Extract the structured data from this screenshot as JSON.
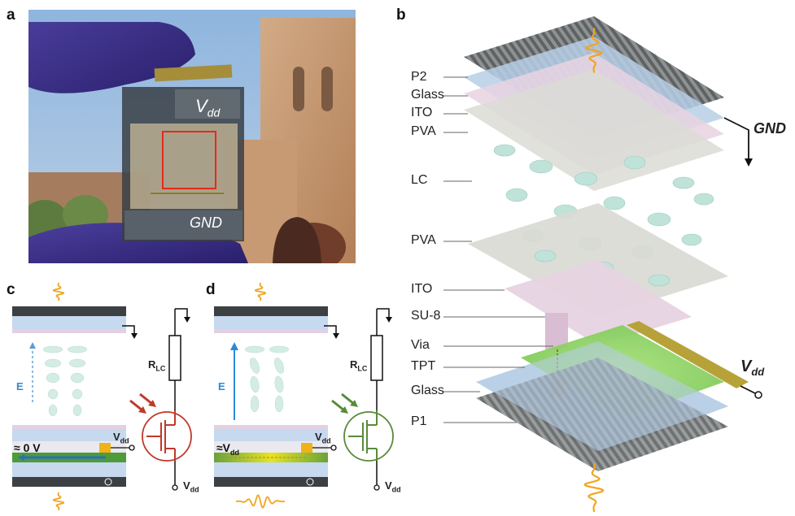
{
  "panels": {
    "a": "a",
    "b": "b",
    "c": "c",
    "d": "d"
  },
  "photo": {
    "vdd_label": "V",
    "vdd_sub": "dd",
    "gnd_label": "GND"
  },
  "stack": {
    "layers": [
      {
        "label": "P2"
      },
      {
        "label": "Glass"
      },
      {
        "label": "ITO"
      },
      {
        "label": "PVA"
      },
      {
        "label": "LC"
      },
      {
        "label": "PVA"
      },
      {
        "label": "ITO"
      },
      {
        "label": "SU-8"
      },
      {
        "label": "Via"
      },
      {
        "label": "TPT"
      },
      {
        "label": "Glass"
      },
      {
        "label": "P1"
      }
    ],
    "gnd_label": "GND",
    "vdd_label": "V",
    "vdd_sub": "dd"
  },
  "panel_c": {
    "e_label": "E",
    "voltage_label": "≈ 0 V",
    "vdd_side": "V",
    "vdd_side_sub": "dd",
    "rlc": "R",
    "rlc_sub": "LC",
    "vdd_bottom": "V",
    "vdd_bottom_sub": "dd"
  },
  "panel_d": {
    "e_label": "E",
    "voltage_label": "≈V",
    "voltage_sub": "dd",
    "vdd_side": "V",
    "vdd_side_sub": "dd",
    "rlc": "R",
    "rlc_sub": "LC",
    "vdd_bottom": "V",
    "vdd_bottom_sub": "dd"
  },
  "colors": {
    "transistor_c": "#c0392b",
    "transistor_d": "#5a8a3a",
    "wave": "#f2a51e",
    "lc": "#bfe3d8"
  }
}
